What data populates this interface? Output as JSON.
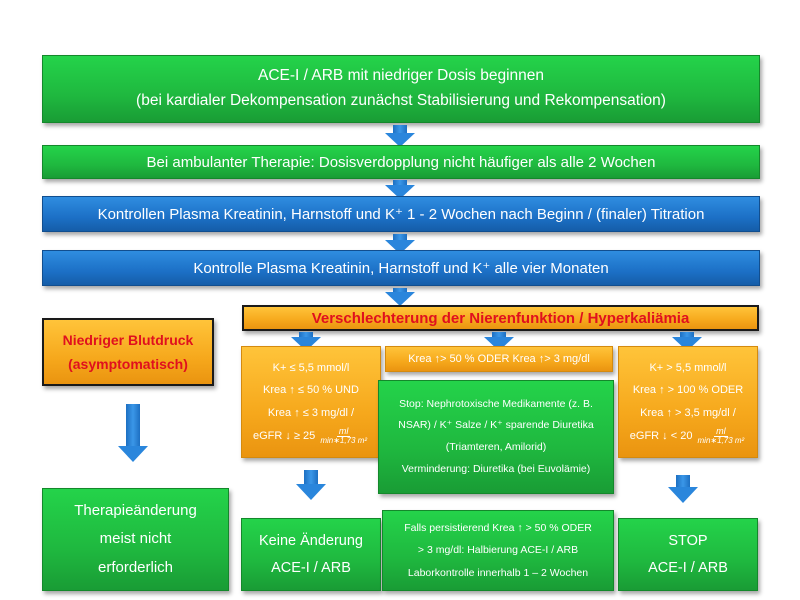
{
  "step1": {
    "line1": "ACE-I / ARB mit niedriger Dosis beginnen",
    "line2": "(bei  kardialer Dekompensation zunächst Stabilisierung und Rekompensation)"
  },
  "step2": {
    "text": "Bei ambulanter Therapie: Dosisverdopplung nicht häufiger als alle 2 Wochen"
  },
  "step3": {
    "text": "Kontrollen Plasma Kreatinin, Harnstoff und K⁺ 1 - 2 Wochen nach Beginn / (finaler) Titration"
  },
  "step4": {
    "text": "Kontrolle Plasma Kreatinin, Harnstoff und K⁺ alle vier Monaten"
  },
  "deterioration": {
    "title": "Verschlechterung der Nierenfunktion / Hyperkaliämia"
  },
  "hypotension": {
    "line1": "Niedriger Blutdruck",
    "line2": "(asymptomatisch)",
    "result_line1": "Therapieänderung",
    "result_line2": "meist nicht",
    "result_line3": "erforderlich"
  },
  "left_criteria": {
    "line1": "K+ ≤ 5,5 mmol/l",
    "line2": "Krea ↑ ≤ 50 % UND",
    "line3": "Krea ↑ ≤ 3 mg/dl /",
    "egfr_prefix": "eGFR ↓ ≥ 25",
    "frac_num": "ml",
    "frac_den": "min∗1,73 m²",
    "result_line1": "Keine Änderung",
    "result_line2": "ACE-I / ARB"
  },
  "middle_criteria": {
    "header": "Krea ↑> 50 % ODER Krea ↑> 3 mg/dl",
    "stop_line1": "Stop: Nephrotoxische Medikamente (z. B.",
    "stop_line2": "NSAR) / K⁺ Salze / K⁺ sparende Diuretika",
    "stop_line3": "(Triamteren, Amilorid)",
    "reduce": "Verminderung: Diuretika (bei Euvolämie)",
    "result_line1": "Falls persistierend Krea ↑ > 50 % ODER",
    "result_line2": "> 3 mg/dl: Halbierung ACE-I / ARB",
    "result_line3": "Laborkontrolle innerhalb 1 – 2 Wochen"
  },
  "right_criteria": {
    "line1": "K+ > 5,5 mmol/l",
    "line2": "Krea ↑ > 100 % ODER",
    "line3": "Krea ↑ > 3,5 mg/dl /",
    "egfr_prefix": "eGFR ↓ < 20",
    "frac_num": "ml",
    "frac_den": "min∗1,73 m²",
    "result_line1": "STOP",
    "result_line2": "ACE-I / ARB"
  },
  "colors": {
    "green": "#1fb83f",
    "blue": "#1c70c6",
    "orange": "#f6a81c",
    "warning_text": "#e0101e",
    "arrow": "#2a86dc"
  }
}
